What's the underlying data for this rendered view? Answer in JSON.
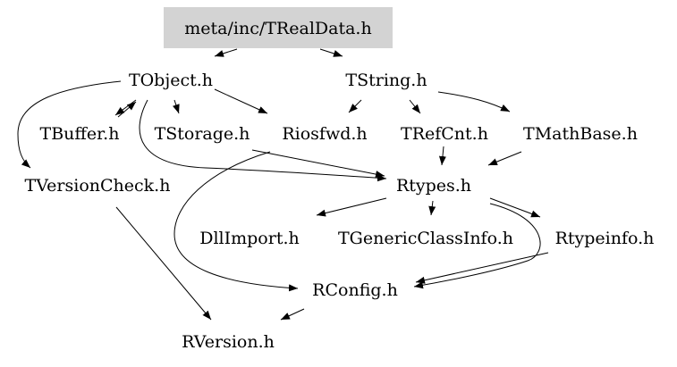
{
  "graph": {
    "root_fill": "#d3d3d3",
    "nodes": [
      {
        "id": "root",
        "label": "meta/inc/TRealData.h"
      },
      {
        "id": "tobject",
        "label": "TObject.h"
      },
      {
        "id": "tstring",
        "label": "TString.h"
      },
      {
        "id": "tbuffer",
        "label": "TBuffer.h"
      },
      {
        "id": "tstorage",
        "label": "TStorage.h"
      },
      {
        "id": "riosfwd",
        "label": "Riosfwd.h"
      },
      {
        "id": "trefcnt",
        "label": "TRefCnt.h"
      },
      {
        "id": "tmathbase",
        "label": "TMathBase.h"
      },
      {
        "id": "tversioncheck",
        "label": "TVersionCheck.h"
      },
      {
        "id": "rtypes",
        "label": "Rtypes.h"
      },
      {
        "id": "dllimport",
        "label": "DllImport.h"
      },
      {
        "id": "tgenericclassinfo",
        "label": "TGenericClassInfo.h"
      },
      {
        "id": "rtypeinfo",
        "label": "Rtypeinfo.h"
      },
      {
        "id": "rconfig",
        "label": "RConfig.h"
      },
      {
        "id": "rversion",
        "label": "RVersion.h"
      }
    ],
    "edges": [
      {
        "from": "root",
        "to": "tobject"
      },
      {
        "from": "root",
        "to": "tstring"
      },
      {
        "from": "tobject",
        "to": "tbuffer"
      },
      {
        "from": "tobject",
        "to": "tstorage"
      },
      {
        "from": "tobject",
        "to": "riosfwd"
      },
      {
        "from": "tobject",
        "to": "tversioncheck"
      },
      {
        "from": "tobject",
        "to": "rtypes"
      },
      {
        "from": "tstring",
        "to": "riosfwd"
      },
      {
        "from": "tstring",
        "to": "trefcnt"
      },
      {
        "from": "tstring",
        "to": "tmathbase"
      },
      {
        "from": "tbuffer",
        "to": "tobject"
      },
      {
        "from": "tstorage",
        "to": "rtypes"
      },
      {
        "from": "riosfwd",
        "to": "rconfig"
      },
      {
        "from": "trefcnt",
        "to": "rtypes"
      },
      {
        "from": "tmathbase",
        "to": "rtypes"
      },
      {
        "from": "tversioncheck",
        "to": "rversion"
      },
      {
        "from": "rtypes",
        "to": "dllimport"
      },
      {
        "from": "rtypes",
        "to": "tgenericclassinfo"
      },
      {
        "from": "rtypes",
        "to": "rtypeinfo"
      },
      {
        "from": "rtypes",
        "to": "rconfig"
      },
      {
        "from": "rtypeinfo",
        "to": "rconfig"
      },
      {
        "from": "rconfig",
        "to": "rversion"
      }
    ]
  }
}
